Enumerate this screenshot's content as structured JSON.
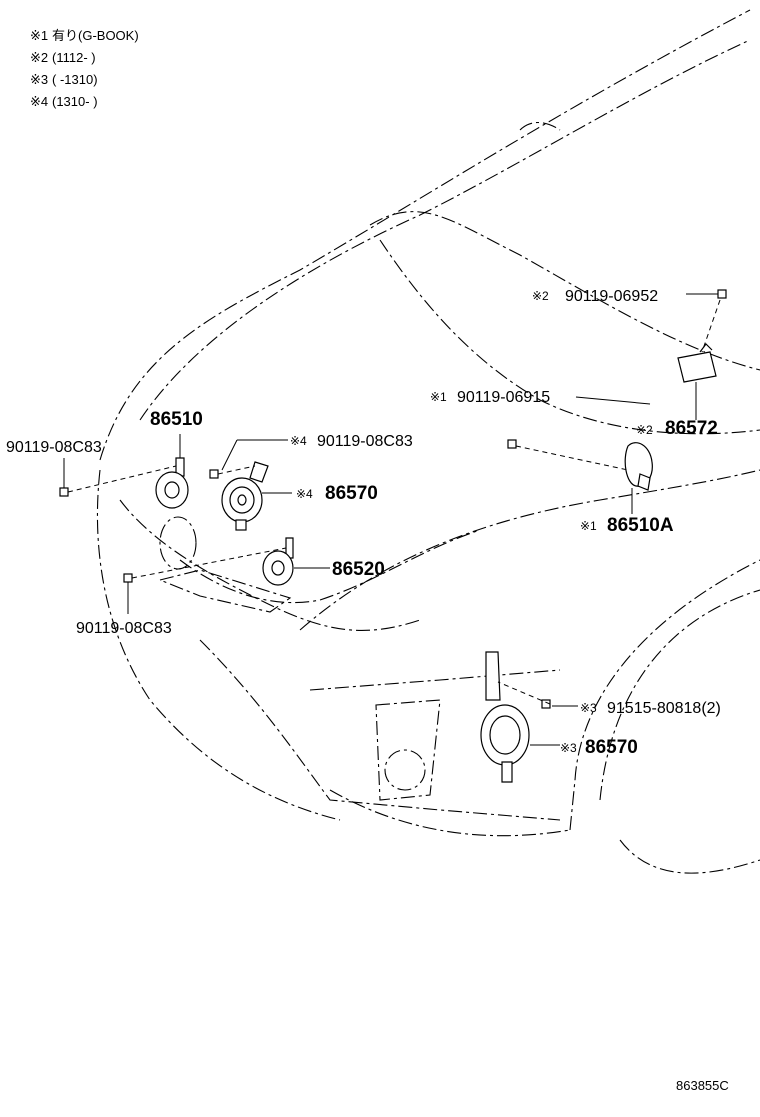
{
  "legend": [
    {
      "mark": "※1",
      "text": "有り(G-BOOK)"
    },
    {
      "mark": "※2",
      "text": "(1112-    )"
    },
    {
      "mark": "※3",
      "text": "(      -1310)"
    },
    {
      "mark": "※4",
      "text": "(1310-     )"
    }
  ],
  "callouts": {
    "c1": {
      "mark": "※2",
      "part": "90119-06952"
    },
    "c2": {
      "mark": "※1",
      "part": "90119-06915"
    },
    "c3": {
      "mark": "※2",
      "part": "86572"
    },
    "c4": {
      "mark": "",
      "part": "86510"
    },
    "c5": {
      "mark": "※4",
      "part": "90119-08C83"
    },
    "c6": {
      "mark": "",
      "part": "90119-08C83"
    },
    "c7": {
      "mark": "※4",
      "part": "86570"
    },
    "c8": {
      "mark": "※1",
      "part": "86510A"
    },
    "c9": {
      "mark": "",
      "part": "86520"
    },
    "c10": {
      "mark": "",
      "part": "90119-08C83"
    },
    "c11": {
      "mark": "※3",
      "part": "91515-80818(2)"
    },
    "c12": {
      "mark": "※3",
      "part": "86570"
    }
  },
  "diagram_id": "863855C"
}
